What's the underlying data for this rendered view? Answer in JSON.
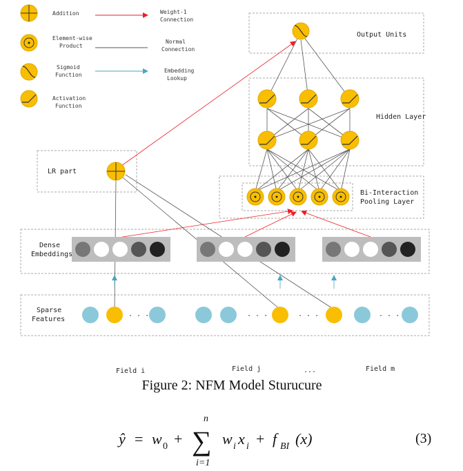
{
  "legend": [
    {
      "symbol": "addition-icon",
      "label": [
        "Addition"
      ],
      "line_label": [
        "Weight-1",
        "Connection"
      ],
      "line_kind": "weight1"
    },
    {
      "symbol": "product-icon",
      "label": [
        "Element-wise",
        "Product"
      ],
      "line_label": [
        "Normal",
        "Connection"
      ],
      "line_kind": "normal"
    },
    {
      "symbol": "sigmoid-icon",
      "label": [
        "Sigmoid",
        "Function"
      ],
      "line_label": [
        "Embedding",
        "Lookup"
      ],
      "line_kind": "embedding"
    },
    {
      "symbol": "activation-icon",
      "label": [
        "Activation",
        "Function"
      ],
      "line_label": [],
      "line_kind": ""
    }
  ],
  "boxes": {
    "output": "Output Units",
    "hidden": "Hidden Layer",
    "bi_interaction": [
      "Bi-Interaction",
      "Pooling Layer"
    ],
    "lr": "LR part",
    "dense": [
      "Dense",
      "Embeddings"
    ],
    "sparse": [
      "Sparse",
      "Features"
    ]
  },
  "ellipsis": "· · ·",
  "fields": [
    "Field i",
    "Field j",
    "...",
    "Field m"
  ],
  "caption": "Figure 2: NFM Model Sturucure",
  "equation": {
    "lhs": "ŷ",
    "eq": "=",
    "w0": "w",
    "w0_sub": "0",
    "plus1": "+",
    "sum": "∑",
    "sum_upper": "n",
    "sum_lower": "i=1",
    "term_w": "w",
    "term_x": "x",
    "sub_i": "i",
    "plus2": "+",
    "f": "f",
    "f_sub": "BI",
    "f_arg": "(x)",
    "number": "(3)"
  },
  "colors": {
    "node_orange": "#F9BE02",
    "node_stroke": "#E0A800",
    "sparse_blue": "#8BC9DA",
    "weight1_red": "#EE1D23",
    "normal_gray": "#555555",
    "embedding_teal": "#4AA5C0",
    "dense_bg": "#BDBDBD",
    "box_border": "#AAAAAA"
  },
  "dense_embedding_shades": [
    "#777777",
    "#FFFFFF",
    "#FFFFFF",
    "#555555",
    "#222222"
  ]
}
